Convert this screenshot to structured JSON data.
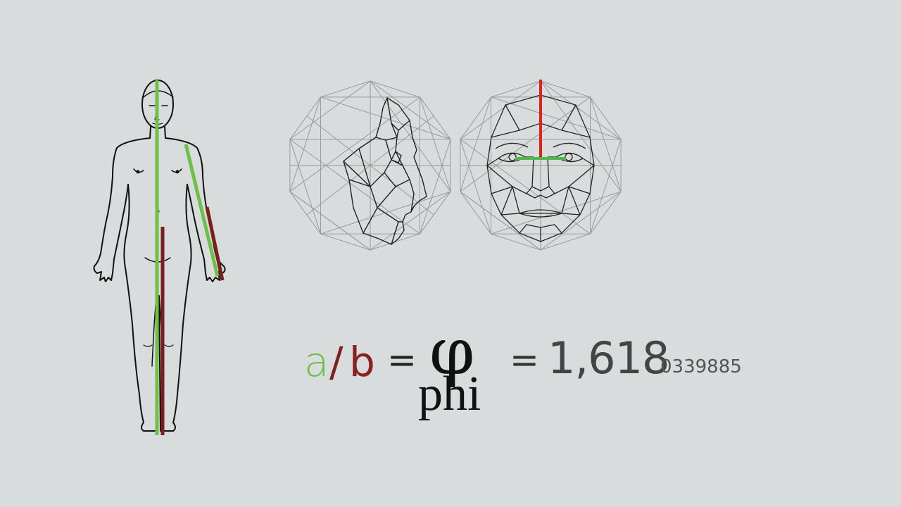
{
  "formula": {
    "a": "a",
    "slash": "/",
    "b": "b",
    "equals_1": "=",
    "phi_symbol": "φ",
    "phi_word": "phi",
    "equals_2": "=",
    "value_main": "1,618",
    "value_digits": "0339885"
  },
  "colors": {
    "background": "#d8dcdc",
    "green": "#6ec04a",
    "dark_red": "#8a2020",
    "red": "#e02020",
    "line_art": "#111111",
    "construction": "#9a9a9a"
  }
}
